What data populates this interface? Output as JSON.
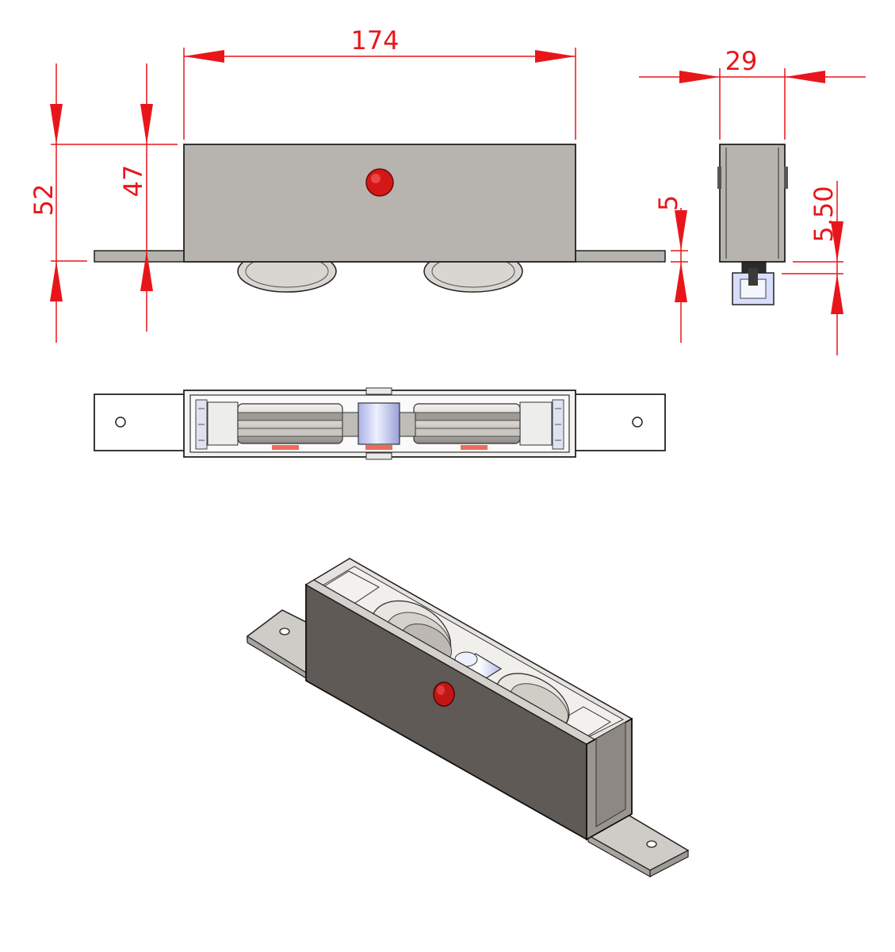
{
  "dimensions": {
    "overall_length": "174",
    "overall_height": "52",
    "body_height": "47",
    "flange_thickness": "5",
    "width": "29",
    "wheel_offset": "5,50"
  },
  "colors": {
    "dimension": "#e8161b",
    "body_side": "#b7b3ae",
    "body_dark": "#5f5a56",
    "flange": "#c4c0bb",
    "wheel": "#dedbd6",
    "axle": "#c9cdf2",
    "marker": "#cc1a1a",
    "outline": "#111111"
  }
}
